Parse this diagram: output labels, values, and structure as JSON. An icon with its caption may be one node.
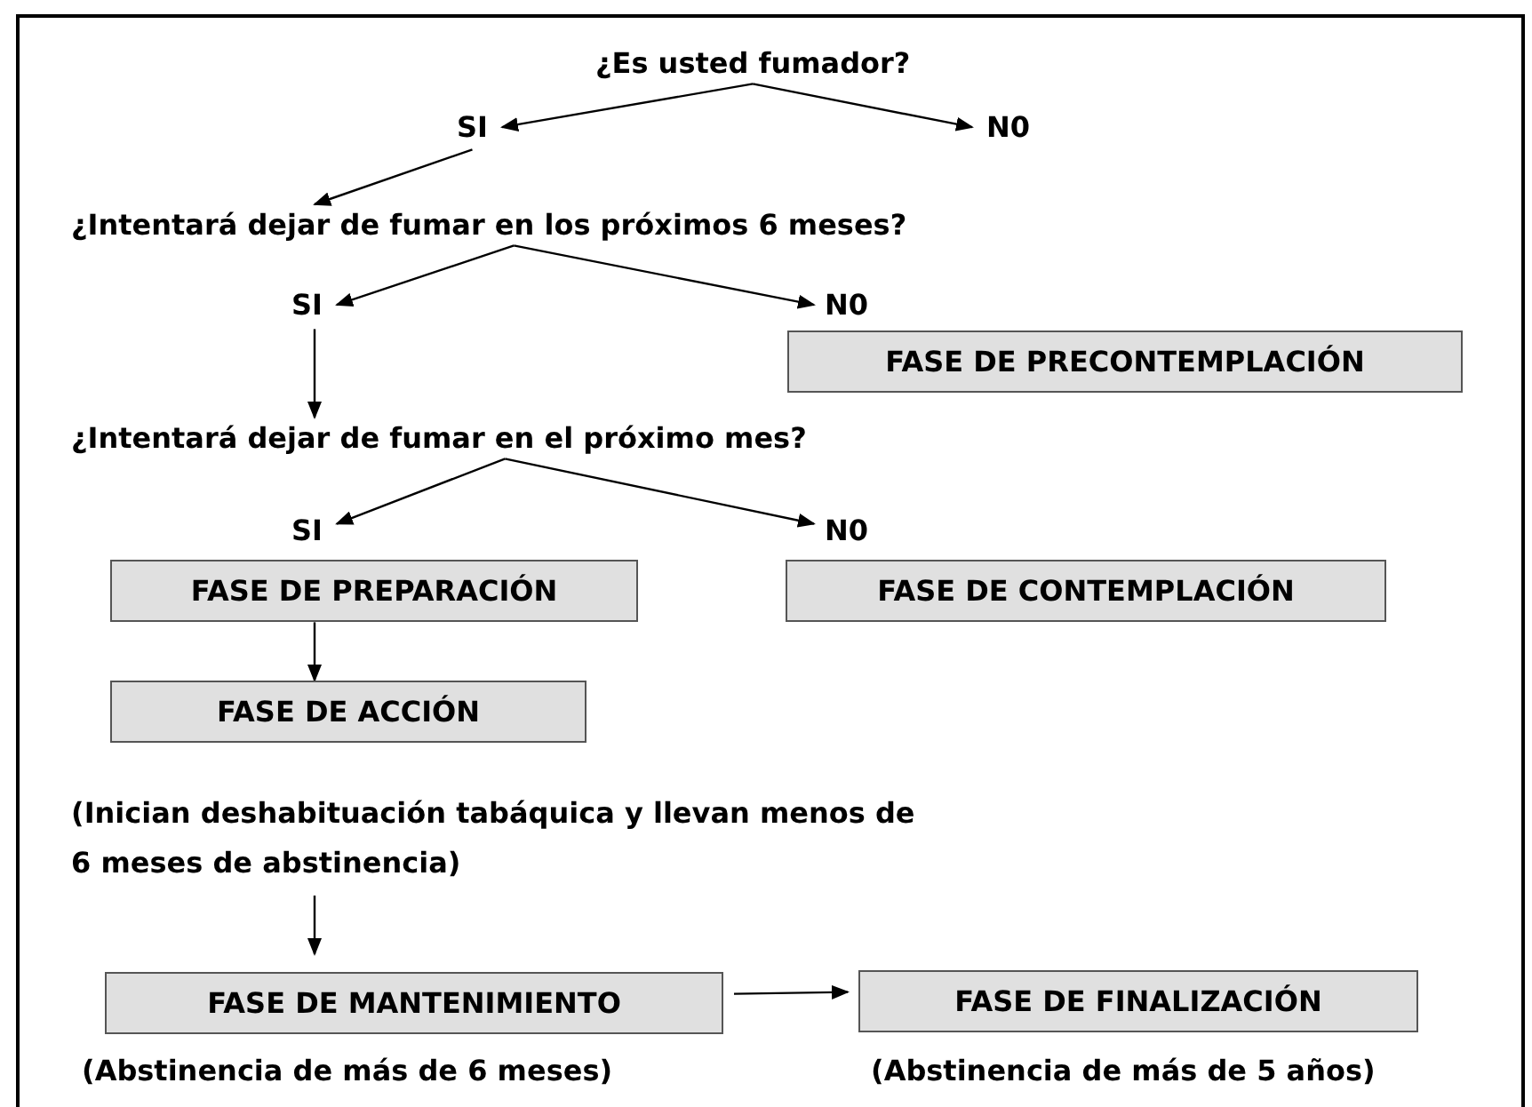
{
  "diagram": {
    "nodes": [
      {
        "text": [
          "¿Es usted fumador?"
        ]
      },
      {
        "text": [
          "SI"
        ]
      },
      {
        "text": [
          "N0"
        ]
      },
      {
        "text": [
          "¿Intentará dejar de fumar en los próximos 6 meses?"
        ]
      },
      {
        "text": [
          "SI"
        ]
      },
      {
        "text": [
          "N0"
        ]
      },
      {
        "text": [
          "FASE DE PRECONTEMPLACIÓN"
        ]
      },
      {
        "text": [
          "¿Intentará dejar de fumar en el próximo mes?"
        ]
      },
      {
        "text": [
          "SI"
        ]
      },
      {
        "text": [
          "N0"
        ]
      },
      {
        "text": [
          "FASE DE PREPARACIÓN"
        ]
      },
      {
        "text": [
          "FASE DE CONTEMPLACIÓN"
        ]
      },
      {
        "text": [
          "FASE DE ACCIÓN"
        ]
      },
      {
        "text": [
          "(Inician deshabituación tabáquica y llevan menos de 6 meses de abstinencia)"
        ]
      },
      {
        "text": [
          "FASE DE MANTENIMIENTO"
        ],
        "beside": [
          "(Abstinencia de más de 6 meses)"
        ]
      },
      {
        "text": [
          "FASE DE FINALIZACIÓN"
        ],
        "beside": [
          "(Abstinencia de más de 5 años)"
        ]
      }
    ],
    "edges": [
      {
        "from": 0,
        "to": 1,
        "arrow": "to"
      },
      {
        "from": 0,
        "to": 2,
        "arrow": "to"
      },
      {
        "from": 1,
        "to": 3,
        "arrow": "to"
      },
      {
        "from": 3,
        "to": 4,
        "arrow": "to"
      },
      {
        "from": 3,
        "to": 5,
        "arrow": "to"
      },
      {
        "from": 4,
        "to": 7,
        "arrow": "to"
      },
      {
        "from": 7,
        "to": 8,
        "arrow": "to"
      },
      {
        "from": 7,
        "to": 9,
        "arrow": "to"
      },
      {
        "from": 10,
        "to": 12,
        "arrow": "to"
      },
      {
        "from": 13,
        "to": 14,
        "arrow": "to"
      },
      {
        "from": 14,
        "to": 15,
        "arrow": "to"
      }
    ]
  }
}
